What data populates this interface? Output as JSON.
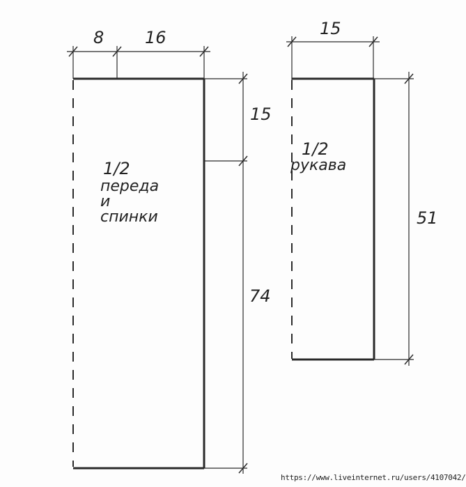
{
  "pattern": {
    "body_piece": {
      "label_line1": "1/2",
      "label_line2": "переда",
      "label_line3": "и",
      "label_line4": "спинки",
      "dimensions": {
        "neck_half_width": "8",
        "shoulder_width": "16",
        "armhole_depth": "15",
        "total_length": "74"
      }
    },
    "sleeve_piece": {
      "label_line1": "1/2",
      "label_line2": "рукава",
      "dimensions": {
        "half_width": "15",
        "length": "51"
      }
    }
  },
  "watermark": "https://www.liveinternet.ru/users/4107042/",
  "colors": {
    "line": "#2a2a2a",
    "background": "#fdfdfd"
  }
}
